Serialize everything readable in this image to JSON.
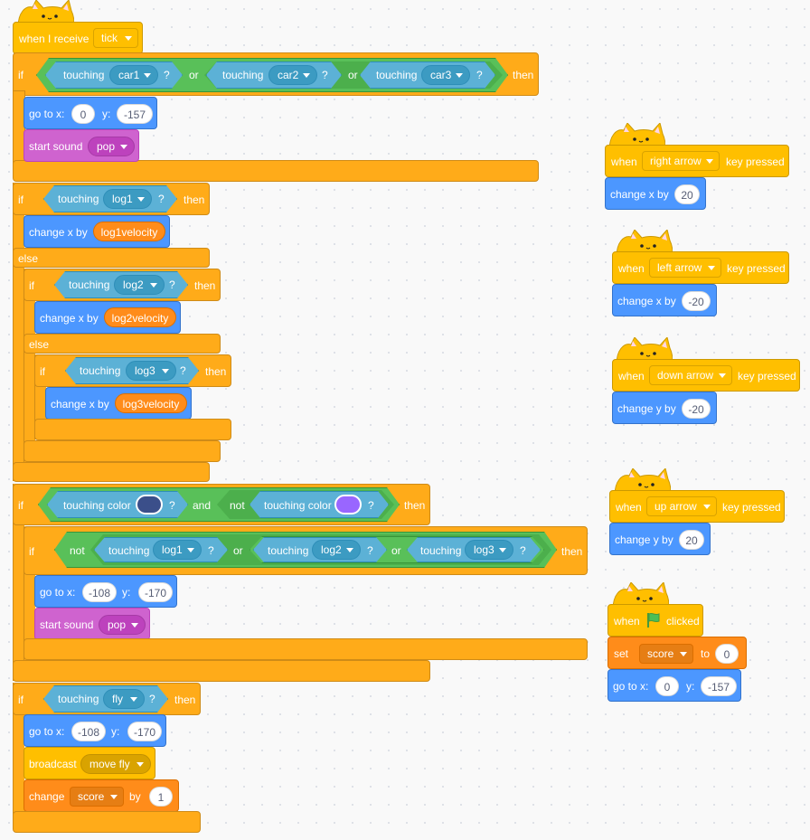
{
  "colors": {
    "events": "#ffbf00",
    "control": "#ffab19",
    "motion": "#4c97ff",
    "sound": "#cf63cf",
    "sensing": "#5cb1d6",
    "operators": "#59c059",
    "variables": "#ff8c1a",
    "swatch_dark": "#3b4f8a",
    "swatch_purple": "#9966ff",
    "flag_green": "#4cbf56"
  },
  "main": {
    "hat": {
      "when_label": "when I receive",
      "message": "tick"
    },
    "if1": {
      "if": "if",
      "then": "then",
      "touching": "touching",
      "q": "?",
      "or": "or",
      "targets": [
        "car1",
        "car2",
        "car3"
      ],
      "goto": {
        "label": "go to x:",
        "x": "0",
        "ylabel": "y:",
        "y": "-157"
      },
      "sound": {
        "label": "start sound",
        "value": "pop"
      }
    },
    "if2": {
      "if": "if",
      "then": "then",
      "else": "else",
      "touching": "touching",
      "q": "?",
      "log1": "log1",
      "log2": "log2",
      "log3": "log3",
      "change_label": "change x by",
      "v1": "log1velocity",
      "v2": "log2velocity",
      "v3": "log3velocity"
    },
    "if3": {
      "if": "if",
      "then": "then",
      "touching_color": "touching color",
      "q": "?",
      "and": "and",
      "not": "not",
      "inner": {
        "if": "if",
        "then": "then",
        "not": "not",
        "touching": "touching",
        "or": "or",
        "targets": [
          "log1",
          "log2",
          "log3"
        ]
      },
      "goto": {
        "label": "go to x:",
        "x": "-108",
        "ylabel": "y:",
        "y": "-170"
      },
      "sound": {
        "label": "start sound",
        "value": "pop"
      }
    },
    "if4": {
      "if": "if",
      "then": "then",
      "touching": "touching",
      "q": "?",
      "target": "fly",
      "goto": {
        "label": "go to x:",
        "x": "-108",
        "ylabel": "y:",
        "y": "-170"
      },
      "broadcast": {
        "label": "broadcast",
        "value": "move fly"
      },
      "change": {
        "label": "change",
        "var": "score",
        "by": "by",
        "value": "1"
      }
    }
  },
  "scripts": [
    {
      "when": "when",
      "key": "right arrow",
      "pressed": "key pressed",
      "action": "change x by",
      "value": "20"
    },
    {
      "when": "when",
      "key": "left arrow",
      "pressed": "key pressed",
      "action": "change x by",
      "value": "-20"
    },
    {
      "when": "when",
      "key": "down arrow",
      "pressed": "key pressed",
      "action": "change y by",
      "value": "-20"
    },
    {
      "when": "when",
      "key": "up arrow",
      "pressed": "key pressed",
      "action": "change y by",
      "value": "20"
    }
  ],
  "flag_script": {
    "when": "when",
    "clicked": "clicked",
    "set": "set",
    "var": "score",
    "to": "to",
    "value": "0",
    "goto": {
      "label": "go to x:",
      "x": "0",
      "ylabel": "y:",
      "y": "-157"
    }
  }
}
